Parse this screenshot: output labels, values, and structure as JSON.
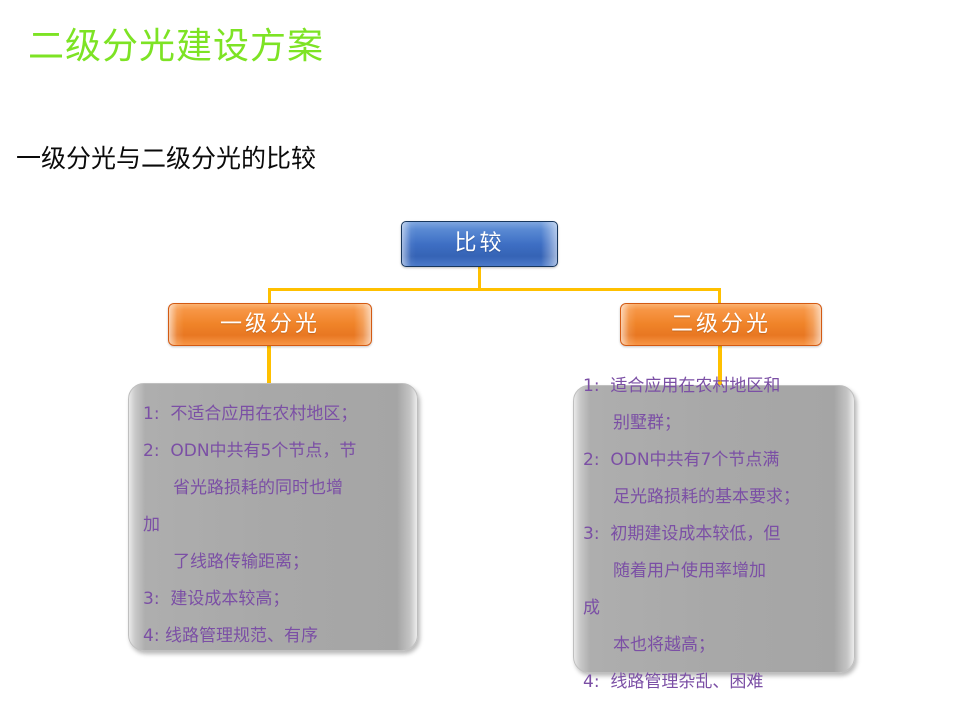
{
  "slide": {
    "title": "二级分光建设方案",
    "subtitle": "一级分光与二级分光的比较",
    "title_color": "#7DE324",
    "subtitle_color": "#0A0A0A"
  },
  "diagram": {
    "root_node": {
      "label": "比较",
      "fill_color": "#3E6FC4",
      "border_color": "#17365D",
      "text_color": "#FFFFFF"
    },
    "connector_color": "#FFC000",
    "branches": [
      {
        "node": {
          "label": "一级分光",
          "fill_color": "#F08429",
          "border_color": "#D35A13",
          "text_color": "#FFFFFF"
        },
        "panel": {
          "fill_color": "#A8A8A8",
          "text_color": "#7B4FA5",
          "lines": [
            {
              "text": "1:  不适合应用在农村地区；",
              "indent": false
            },
            {
              "text": "2:  ODN中共有5个节点，节",
              "indent": false
            },
            {
              "text": "省光路损耗的同时也增",
              "indent": true
            },
            {
              "text": "加",
              "indent": false
            },
            {
              "text": "了线路传输距离；",
              "indent": true
            },
            {
              "text": "3:  建设成本较高；",
              "indent": false
            },
            {
              "text": "4: 线路管理规范、有序",
              "indent": false
            }
          ]
        }
      },
      {
        "node": {
          "label": "二级分光",
          "fill_color": "#F08429",
          "border_color": "#D35A13",
          "text_color": "#FFFFFF"
        },
        "panel": {
          "fill_color": "#A8A8A8",
          "text_color": "#7B4FA5",
          "lines": [
            {
              "text": "1:  适合应用在农村地区和",
              "indent": false
            },
            {
              "text": "别墅群；",
              "indent": true
            },
            {
              "text": "2:  ODN中共有7个节点满",
              "indent": false
            },
            {
              "text": "足光路损耗的基本要求；",
              "indent": true
            },
            {
              "text": "3:  初期建设成本较低，但",
              "indent": false
            },
            {
              "text": "随着用户使用率增加",
              "indent": true
            },
            {
              "text": "成",
              "indent": false
            },
            {
              "text": "本也将越高；",
              "indent": true
            },
            {
              "text": "4:  线路管理杂乱、困难",
              "indent": false
            }
          ]
        }
      }
    ]
  }
}
